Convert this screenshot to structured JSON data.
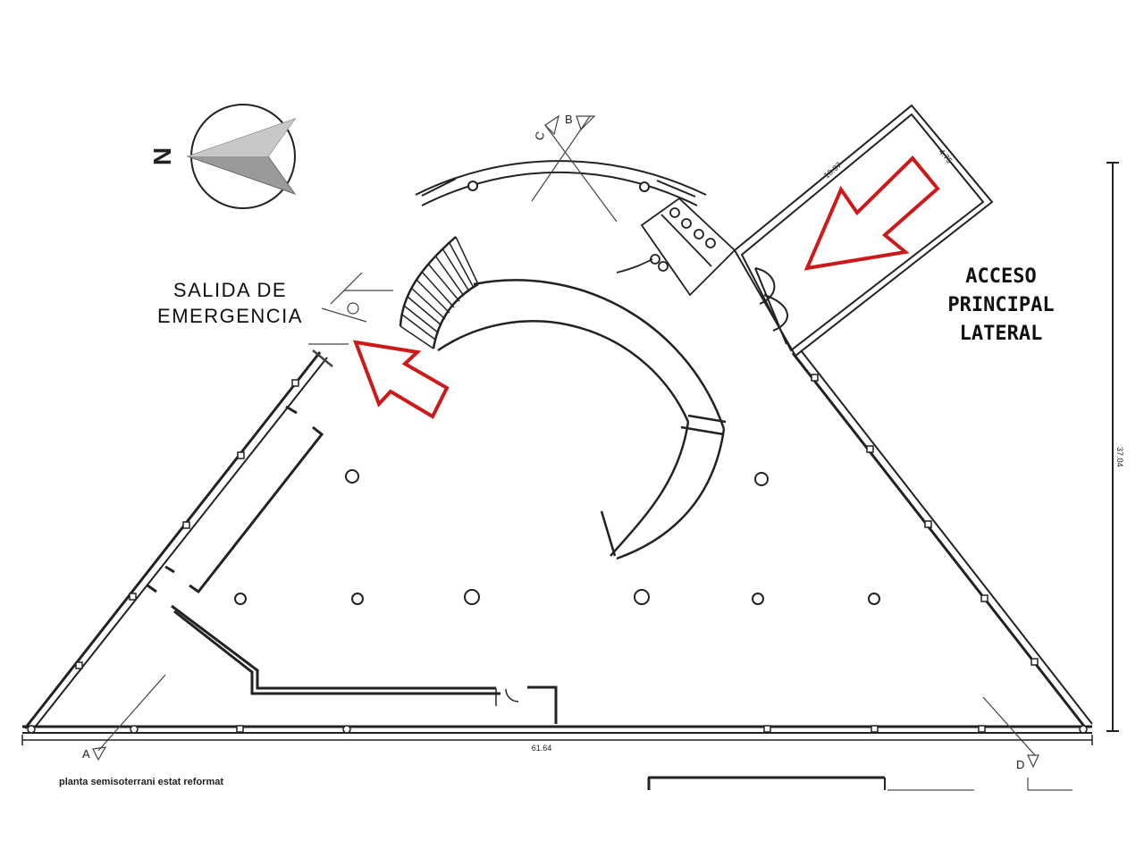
{
  "labels": {
    "emergency_exit": [
      "SALIDA DE",
      "EMERGENCIA"
    ],
    "main_access": [
      "ACCESO",
      "PRINCIPAL",
      "LATERAL"
    ],
    "caption": "planta semisoterrani estat reformat",
    "north": "N"
  },
  "section_marks": {
    "a": "A",
    "b": "B",
    "c": "C",
    "d": "D"
  },
  "dimensions": {
    "base": "61.64",
    "height": "37.04",
    "entry_width": "10.97",
    "entry_depth": "4.75"
  },
  "colors": {
    "arrow_outline": "#cc1a1a",
    "lines": "#222222",
    "compass_fill": "#9a9a9a"
  }
}
